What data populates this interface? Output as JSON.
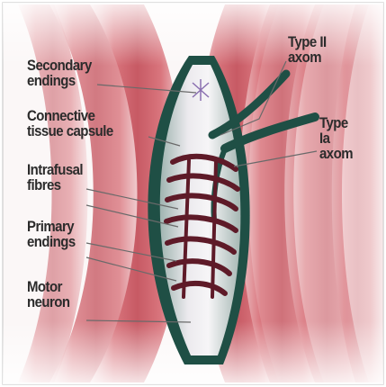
{
  "labels": {
    "secondary_endings": [
      "Secondary",
      "endings"
    ],
    "connective_tissue_capsule": [
      "Connective",
      "tissue capsule"
    ],
    "intrafusal_fibres": [
      "Intrafusal",
      "fibres"
    ],
    "primary_endings": [
      "Primary",
      "endings"
    ],
    "motor_neuron": [
      "Motor",
      "neuron"
    ],
    "type_ii_axom": [
      "Type II",
      "axom"
    ],
    "type_ia_axom": [
      "Type",
      "Ia",
      "axom"
    ]
  },
  "colors": {
    "muscle": "#c9606a",
    "muscle_light": "#f0b9bd",
    "capsule": "#1f4f45",
    "fibre_inner": "#e3e1e6",
    "nerve_coil": "#5e1a28",
    "label_text": "#2b2b2b",
    "leader_line": "#6a6a6a"
  }
}
